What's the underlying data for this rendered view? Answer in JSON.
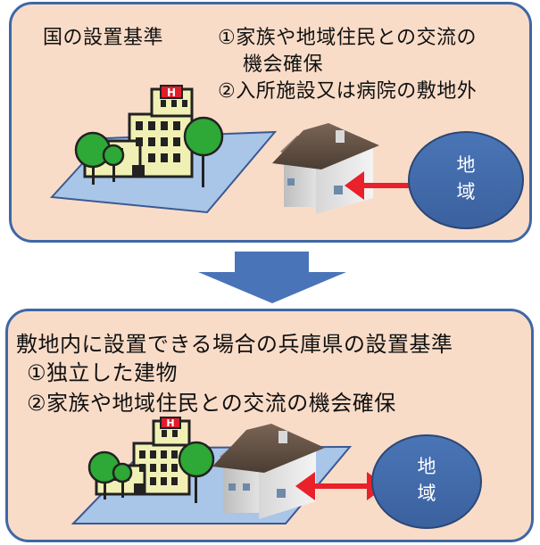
{
  "top_panel": {
    "title": "国の設置基準",
    "criteria_1_line1": "①家族や地域住民との交流の",
    "criteria_1_line2": "機会確保",
    "criteria_2": "②入所施設又は病院の敷地外",
    "region_char_1": "地",
    "region_char_2": "域"
  },
  "bottom_panel": {
    "title": "敷地内に設置できる場合の兵庫県の設置基準",
    "criteria_1": "①独立した建物",
    "criteria_2": "②家族や地域住民との交流の機会確保",
    "region_char_1": "地",
    "region_char_2": "域"
  },
  "hospital_sign": "H",
  "colors": {
    "panel_fill": "#f9dcc8",
    "panel_border": "#3f67a6",
    "arrow_down": "#4a74b8",
    "region_circle": "#4169a8",
    "double_arrow": "#e8212a"
  },
  "icons": [
    "hospital-icon",
    "tree-icon",
    "house-icon",
    "double-arrow-icon",
    "down-arrow-icon",
    "region-circle-icon"
  ]
}
